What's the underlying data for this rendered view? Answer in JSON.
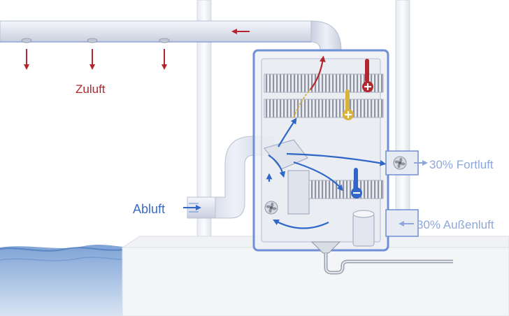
{
  "labels": {
    "supply_air": "Zuluft",
    "extract_air": "Abluft",
    "exhaust_air": "30% Fortluft",
    "outdoor_air": "30% Außenluft"
  },
  "colors": {
    "warm_flow": "#b3262d",
    "cool_flow": "#2f66c8",
    "light_flow": "#8fa7d8",
    "warm_air_thermometer": "#b3262d",
    "mid_air_thermometer": "#d8b23a",
    "cool_air_thermometer": "#2f66c8",
    "water": "#4f83c4",
    "duct": "#dfe3ee",
    "unit_frame": "#6f8fd6"
  },
  "icons": [
    "down-arrow-icon",
    "left-arrow-icon",
    "fan-icon",
    "thermometer-hot-icon",
    "thermometer-warm-icon",
    "thermometer-cold-icon",
    "drain-funnel-icon"
  ]
}
